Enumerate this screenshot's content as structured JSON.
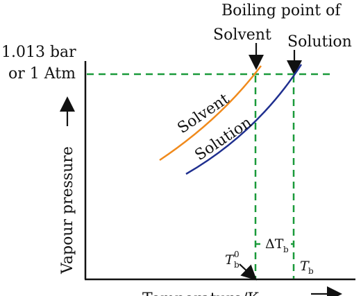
{
  "header": {
    "title": "Boiling point of",
    "solvent_label": "Solvent",
    "solution_label": "Solution"
  },
  "pressure_label": {
    "line1": "1.013 bar",
    "line2": "or  1 Atm"
  },
  "y_axis_label": "Vapour pressure",
  "x_axis_label": "Temperature/K",
  "curves": {
    "solvent": {
      "label": "Solvent",
      "color": "#f08a1c"
    },
    "solution": {
      "label": "Solution",
      "color": "#1f2f8f"
    }
  },
  "markers": {
    "t0": {
      "T": "T",
      "sub": "b",
      "sup": "0"
    },
    "delta": {
      "prefix": "ΔT",
      "sub": "b"
    },
    "tb": {
      "T": "T",
      "sub": "b"
    }
  },
  "guide_color": "#1a9a3a"
}
